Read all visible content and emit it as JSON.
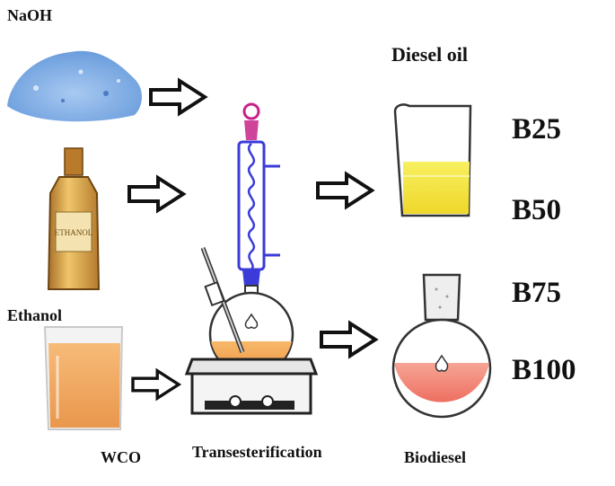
{
  "labels": {
    "naoh": "NaOH",
    "ethanol": "Ethanol",
    "wco": "WCO",
    "transesterification": "Transesterification",
    "biodiesel": "Biodiesel",
    "diesel_oil": "Diesel oil",
    "ethanol_bottle_text": "ETHANOL"
  },
  "blends": [
    "B25",
    "B50",
    "B75",
    "B100"
  ],
  "icons": {
    "naoh": "powder-pile-icon",
    "ethanol_bottle": "bottle-icon",
    "wco": "beaker-icon",
    "reactor": "reflux-condenser-flask-icon",
    "hotplate": "hotplate-stirrer-icon",
    "diesel_beaker": "beaker-icon",
    "biodiesel_flask": "round-bottom-flask-icon",
    "arrow": "arrow-right-icon"
  },
  "colors": {
    "powder": "#7fb0e6",
    "bottle_liquid": "#e8b24a",
    "wco_liquid": "#f2a04a",
    "reactor_liquid": "#f4a453",
    "condenser": "#3b3bd8",
    "diesel_liquid": "#f2ea3a",
    "biodiesel_liquid": "#f07a6a"
  }
}
